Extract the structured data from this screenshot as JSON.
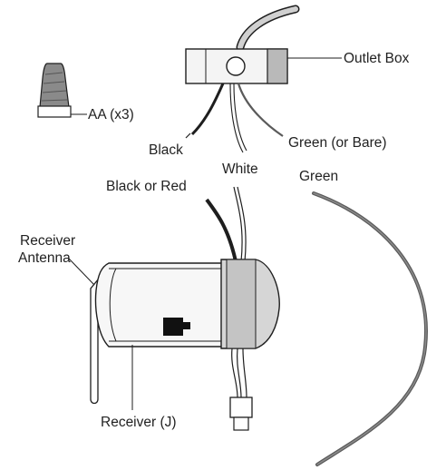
{
  "labels": {
    "outlet_box": "Outlet Box",
    "wire_nut": "AA (x3)",
    "black": "Black",
    "white": "White",
    "green_or_bare": "Green (or Bare)",
    "green": "Green",
    "black_or_red": "Black or Red",
    "receiver_antenna_line1": "Receiver",
    "receiver_antenna_line2": "Antenna",
    "receiver": "Receiver (J)"
  },
  "colors": {
    "line": "#1e1e1e",
    "wire_green": "#5a5a5a",
    "wire_white": "#9a9a9a",
    "box_fill": "#f4f4f4",
    "box_shade": "#b9b9b9",
    "cap_fill": "#d6d6d6"
  }
}
